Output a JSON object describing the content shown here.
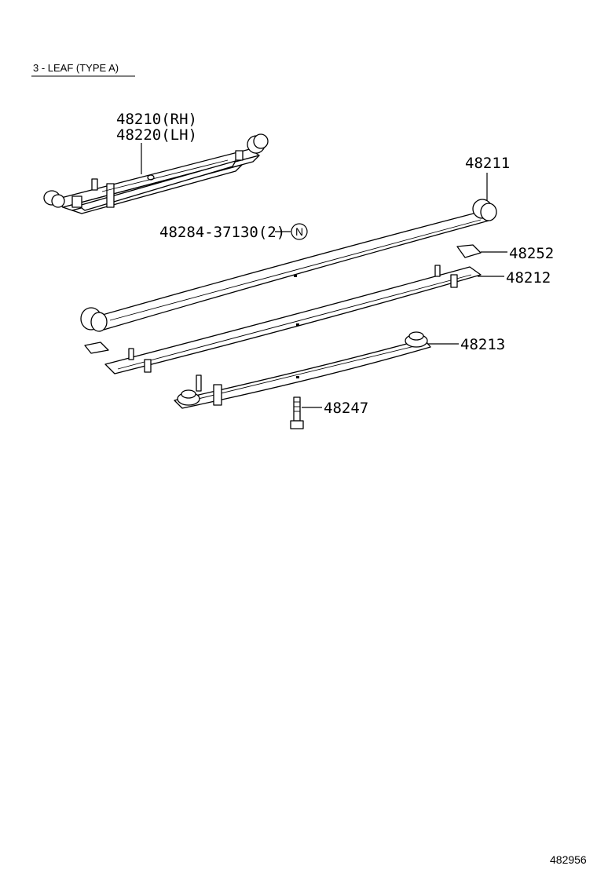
{
  "title": "3 - LEAF (TYPE A)",
  "figure_number": "482956",
  "callouts": {
    "assy_rh": "48210(RH)",
    "assy_lh": "48220(LH)",
    "clip_number": "48284-37130(2)",
    "clip_symbol": "N",
    "leaf_1": "48211",
    "insert": "48252",
    "leaf_2": "48212",
    "leaf_3": "48213",
    "center_bolt": "48247"
  }
}
